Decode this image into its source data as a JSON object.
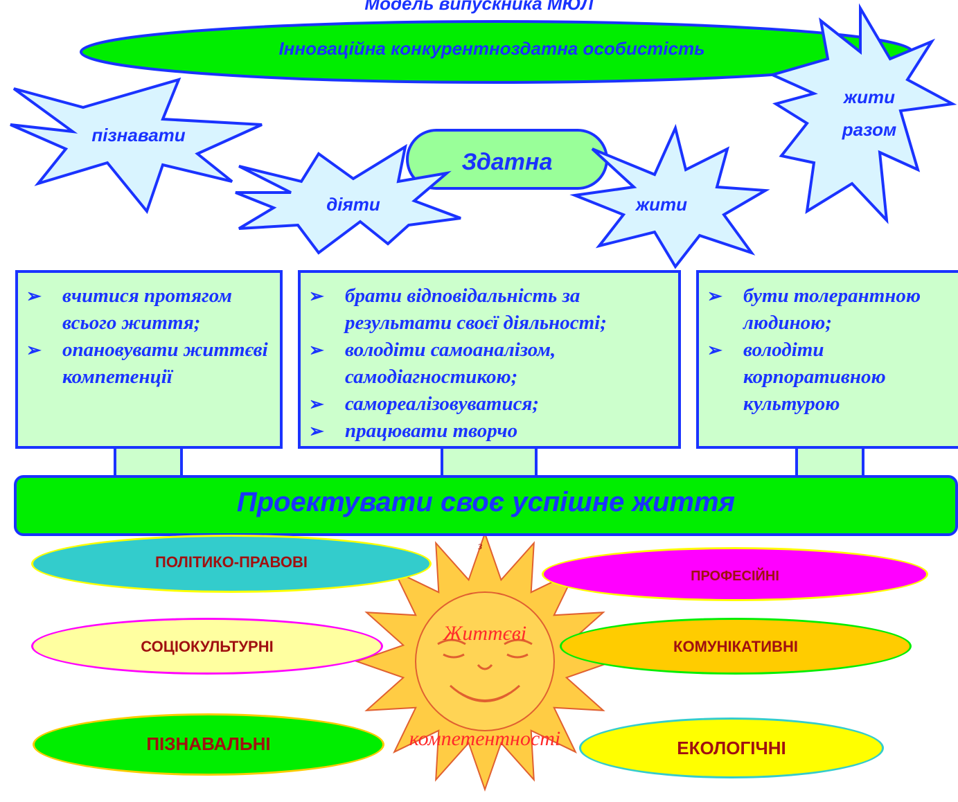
{
  "title": "Модель випускника МЮЛ",
  "top_oval": "Інноваційна конкурентноздатна особистість",
  "center_pill": "Здатна",
  "stars": {
    "know": "пізнавати",
    "do": "діяти",
    "live": "жити",
    "together": [
      "жити",
      "разом"
    ]
  },
  "columns": [
    {
      "items": [
        "вчитися протягом всього життя;",
        "опановувати життєві компетенції"
      ]
    },
    {
      "items": [
        "брати відповідальність за результати своєї діяльності;",
        "володіти самоаналізом, самодіагностикою;",
        "самореалізовуватися;",
        "працювати творчо"
      ]
    },
    {
      "items": [
        "бути толерантною людиною;",
        "володіти корпоративною культурою"
      ]
    }
  ],
  "main_bar": "Проектувати своє успішне життя",
  "sun": {
    "top": "Життєві",
    "bottom": "компетентності",
    "small": "з"
  },
  "competencies": {
    "political_legal": "ПОЛІТИКО-ПРАВОВІ",
    "sociocultural": "СОЦІОКУЛЬТУРНІ",
    "cognitive": "ПІЗНАВАЛЬНІ",
    "professional": "ПРОФЕСІЙНІ",
    "communicative": "КОМУНІКАТИВНІ",
    "ecological": "ЕКОЛОГІЧНІ"
  },
  "colors": {
    "blue": "#1a33ff",
    "green": "#00ee00",
    "light_green": "#ccffcc",
    "star_fill": "#d9f4ff",
    "teal": "#33cccc",
    "magenta": "#ff00ff",
    "light_yellow": "#ffffa0",
    "orange": "#ffcc00",
    "yellow": "#ffff00",
    "sun": "#ffcc44",
    "dark_red": "#a01010"
  }
}
